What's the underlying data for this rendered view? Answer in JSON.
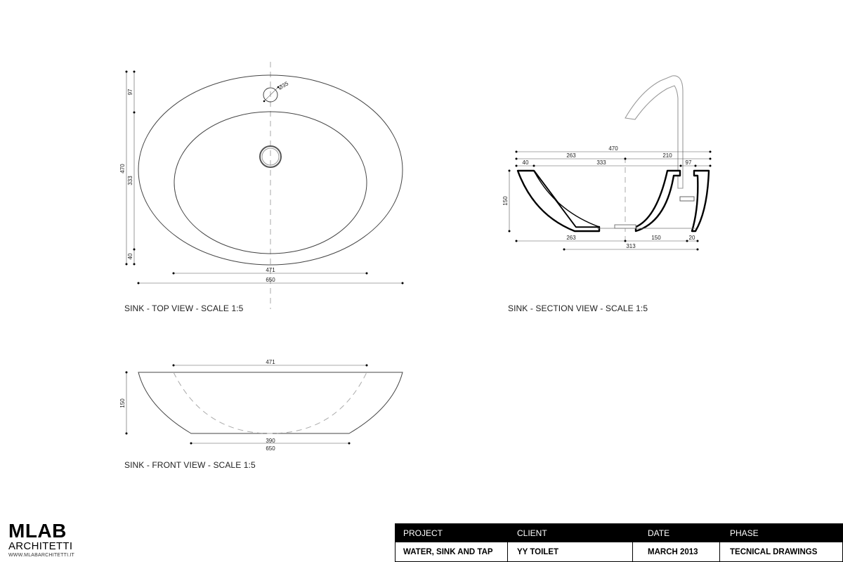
{
  "views": {
    "top": {
      "caption": "SINK - TOP VIEW - SCALE 1:5",
      "dims": {
        "overall_depth": "470",
        "hole_offset": "97",
        "bowl_depth": "333",
        "rim_front": "40",
        "bowl_width": "471",
        "overall_width": "650",
        "tap_hole": "Ø35"
      }
    },
    "section": {
      "caption": "SINK - SECTION VIEW - SCALE 1:5",
      "dims": {
        "overall": "470",
        "left_part": "263",
        "right_part": "210",
        "rim": "40",
        "bowl": "333",
        "tap_zone": "97",
        "height": "150",
        "bottom_left": "263",
        "bottom_mid": "150",
        "bottom_right": "20",
        "bottom_span": "313"
      }
    },
    "front": {
      "caption": "SINK - FRONT VIEW - SCALE 1:5",
      "dims": {
        "top_width": "471",
        "height": "150",
        "base_width": "390",
        "overall_width": "650"
      }
    }
  },
  "logo": {
    "name": "MLAB",
    "subtitle": "ARCHITETTI",
    "url": "WWW.MLABARCHITETTI.IT"
  },
  "title_block": {
    "project_label": "PROJECT",
    "project_value": "WATER, SINK AND TAP",
    "client_label": "CLIENT",
    "client_value": "YY TOILET",
    "date_label": "DATE",
    "date_value": "MARCH 2013",
    "phase_label": "PHASE",
    "phase_value": "TECNICAL DRAWINGS"
  },
  "colors": {
    "line": "#555555",
    "title_bar": "#000000"
  }
}
